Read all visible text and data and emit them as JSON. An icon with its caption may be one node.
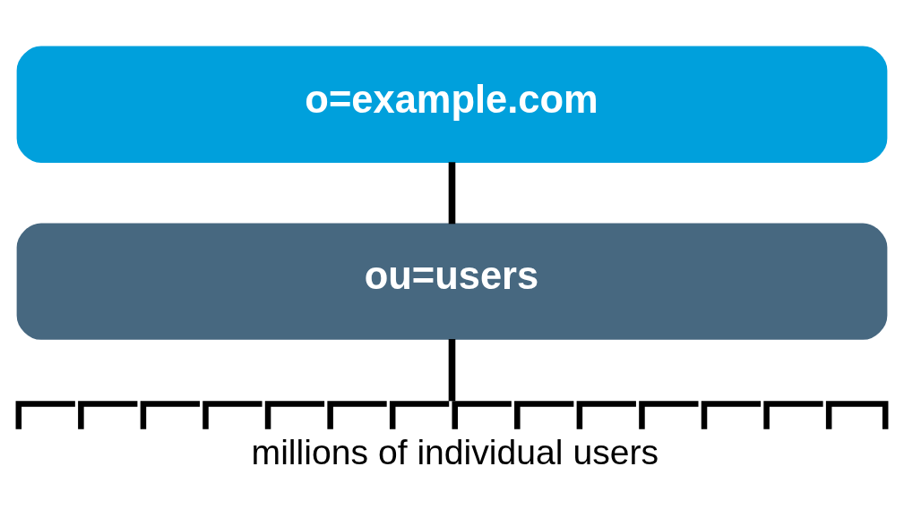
{
  "diagram": {
    "nodes": [
      {
        "text": [
          "o=example.com"
        ]
      },
      {
        "text": [
          "ou=users"
        ]
      },
      {
        "text": [
          "millions of individual users"
        ]
      }
    ],
    "edges": [
      {
        "from": 0,
        "to": 1,
        "arrow": "none"
      },
      {
        "from": 1,
        "to": 2,
        "arrow": "none"
      }
    ]
  }
}
